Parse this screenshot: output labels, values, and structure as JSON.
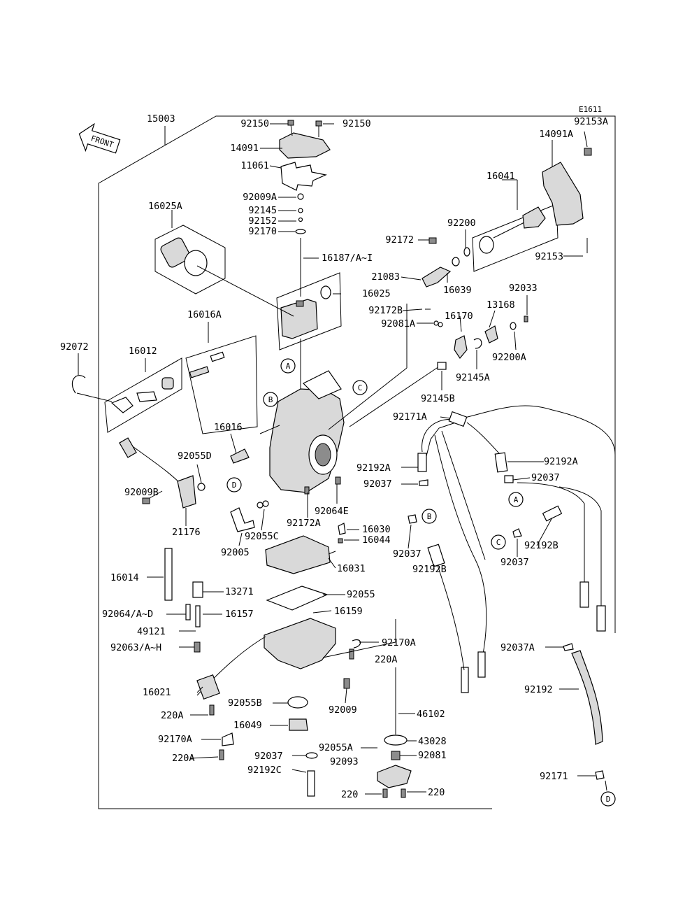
{
  "diagram_code": "E1611",
  "front_label": "FRONT",
  "callouts": [
    "A",
    "B",
    "C",
    "D"
  ],
  "labels": [
    {
      "id": "15003",
      "text": "15003"
    },
    {
      "id": "92150a",
      "text": "92150"
    },
    {
      "id": "92150b",
      "text": "92150"
    },
    {
      "id": "14091",
      "text": "14091"
    },
    {
      "id": "11061",
      "text": "11061"
    },
    {
      "id": "92009A",
      "text": "92009A"
    },
    {
      "id": "92145",
      "text": "92145"
    },
    {
      "id": "92152",
      "text": "92152"
    },
    {
      "id": "92170",
      "text": "92170"
    },
    {
      "id": "16025A",
      "text": "16025A"
    },
    {
      "id": "16187",
      "text": "16187/A~I"
    },
    {
      "id": "16025",
      "text": "16025"
    },
    {
      "id": "92153A",
      "text": "92153A"
    },
    {
      "id": "14091A",
      "text": "14091A"
    },
    {
      "id": "16041",
      "text": "16041"
    },
    {
      "id": "92200",
      "text": "92200"
    },
    {
      "id": "92172",
      "text": "92172"
    },
    {
      "id": "92153",
      "text": "92153"
    },
    {
      "id": "21083",
      "text": "21083"
    },
    {
      "id": "16039",
      "text": "16039"
    },
    {
      "id": "92033",
      "text": "92033"
    },
    {
      "id": "13168",
      "text": "13168"
    },
    {
      "id": "92172B",
      "text": "92172B"
    },
    {
      "id": "16170",
      "text": "16170"
    },
    {
      "id": "92081A",
      "text": "92081A"
    },
    {
      "id": "92200A",
      "text": "92200A"
    },
    {
      "id": "92145A",
      "text": "92145A"
    },
    {
      "id": "92145B",
      "text": "92145B"
    },
    {
      "id": "16016A",
      "text": "16016A"
    },
    {
      "id": "92072",
      "text": "92072"
    },
    {
      "id": "16012",
      "text": "16012"
    },
    {
      "id": "16016",
      "text": "16016"
    },
    {
      "id": "92055D",
      "text": "92055D"
    },
    {
      "id": "92009B",
      "text": "92009B"
    },
    {
      "id": "21176",
      "text": "21176"
    },
    {
      "id": "92171A",
      "text": "92171A"
    },
    {
      "id": "92192Aa",
      "text": "92192A"
    },
    {
      "id": "92192Ab",
      "text": "92192A"
    },
    {
      "id": "92037a",
      "text": "92037"
    },
    {
      "id": "92037b",
      "text": "92037"
    },
    {
      "id": "92064E",
      "text": "92064E"
    },
    {
      "id": "92172A",
      "text": "92172A"
    },
    {
      "id": "92055C",
      "text": "92055C"
    },
    {
      "id": "92005",
      "text": "92005"
    },
    {
      "id": "16030",
      "text": "16030"
    },
    {
      "id": "16044",
      "text": "16044"
    },
    {
      "id": "92037c",
      "text": "92037"
    },
    {
      "id": "92192Ba",
      "text": "92192B"
    },
    {
      "id": "92192Bb",
      "text": "92192B"
    },
    {
      "id": "92037d",
      "text": "92037"
    },
    {
      "id": "16031",
      "text": "16031"
    },
    {
      "id": "16014",
      "text": "16014"
    },
    {
      "id": "13271",
      "text": "13271"
    },
    {
      "id": "92055",
      "text": "92055"
    },
    {
      "id": "92064AD",
      "text": "92064/A~D"
    },
    {
      "id": "16157",
      "text": "16157"
    },
    {
      "id": "16159",
      "text": "16159"
    },
    {
      "id": "49121",
      "text": "49121"
    },
    {
      "id": "92063AH",
      "text": "92063/A~H"
    },
    {
      "id": "92170A",
      "text": "92170A"
    },
    {
      "id": "220Aa",
      "text": "220A"
    },
    {
      "id": "92037A",
      "text": "92037A"
    },
    {
      "id": "16021",
      "text": "16021"
    },
    {
      "id": "92055B",
      "text": "92055B"
    },
    {
      "id": "92009",
      "text": "92009"
    },
    {
      "id": "92192",
      "text": "92192"
    },
    {
      "id": "220Ab",
      "text": "220A"
    },
    {
      "id": "46102",
      "text": "46102"
    },
    {
      "id": "16049",
      "text": "16049"
    },
    {
      "id": "92170Ab",
      "text": "92170A"
    },
    {
      "id": "43028",
      "text": "43028"
    },
    {
      "id": "220Ac",
      "text": "220A"
    },
    {
      "id": "92055A",
      "text": "92055A"
    },
    {
      "id": "92037e",
      "text": "92037"
    },
    {
      "id": "92081",
      "text": "92081"
    },
    {
      "id": "92093",
      "text": "92093"
    },
    {
      "id": "92192C",
      "text": "92192C"
    },
    {
      "id": "92171",
      "text": "92171"
    },
    {
      "id": "220a",
      "text": "220"
    },
    {
      "id": "220b",
      "text": "220"
    }
  ]
}
